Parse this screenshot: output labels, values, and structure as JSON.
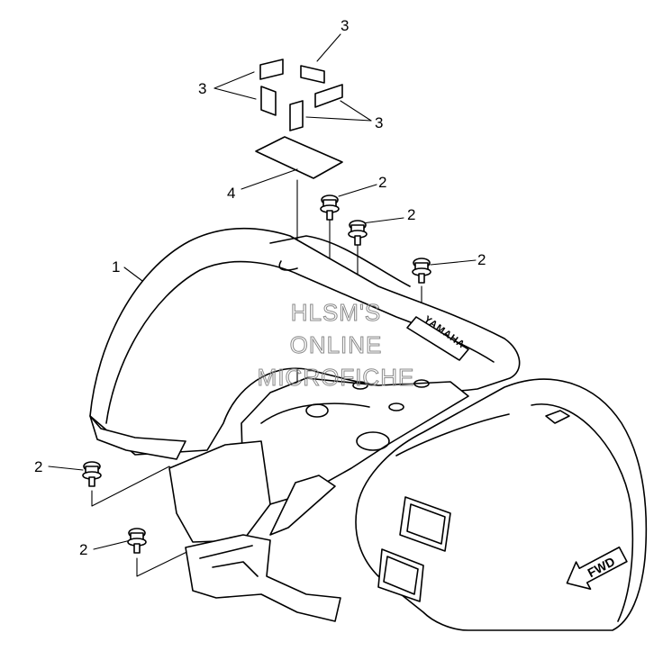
{
  "callouts": {
    "c1": "1",
    "c2a": "2",
    "c2b": "2",
    "c2c": "2",
    "c2d": "2",
    "c2e": "2",
    "c3a": "3",
    "c3b": "3",
    "c3c": "3",
    "c4": "4"
  },
  "watermark": {
    "line1": "HLSM'S",
    "line2": "ONLINE",
    "line3": "MICROFICHE"
  },
  "direction_arrow": {
    "label": "FWD"
  },
  "fender_brand": "YAMAHA"
}
